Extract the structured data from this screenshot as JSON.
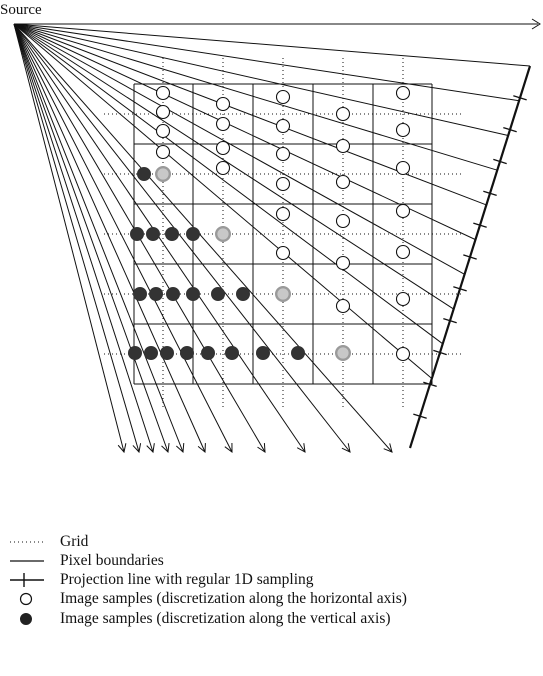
{
  "figure": {
    "source_label": "Source"
  },
  "legend": [
    {
      "icon": "dotted-line-icon",
      "text": "Grid"
    },
    {
      "icon": "solid-line-icon",
      "text": "Pixel boundaries"
    },
    {
      "icon": "tick-line-icon",
      "text": "Projection line with regular 1D sampling"
    },
    {
      "icon": "open-circle-icon",
      "text": "Image samples (discretization along the horizontal axis)"
    },
    {
      "icon": "filled-circle-icon",
      "text": "Image samples (discretization along the vertical axis)"
    }
  ],
  "colors": {
    "line": "#111111",
    "filled_sample": "#333333",
    "highlight_sample": "#9a9a9a"
  }
}
